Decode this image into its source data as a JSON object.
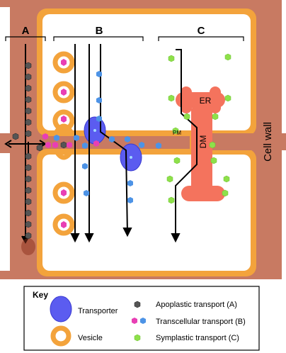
{
  "zones": {
    "a": "A",
    "b": "B",
    "c": "C"
  },
  "labels": {
    "cell_wall": "Cell wall",
    "pm": "PM",
    "er": "ER",
    "dm": "DM"
  },
  "key": {
    "title": "Key",
    "transporter": "Transporter",
    "vesicle": "Vesicle",
    "apoplastic": "Apoplastic transport (A)",
    "transcellular": "Transcellular transport (B)",
    "symplastic": "Symplastic transport (C)"
  },
  "colors": {
    "cell_wall": "#c87a62",
    "membrane": "#f3a33c",
    "transporter": "#5b5cf0",
    "er": "#f4735d",
    "apoplastic_dot": "#555555",
    "transcellular_dot_pink": "#e83fb4",
    "transcellular_dot_blue": "#4d93e6",
    "symplastic_dot": "#8ee04a"
  },
  "icons": {
    "transporter": "blue-ellipse-icon",
    "vesicle": "orange-ring-icon",
    "apoplastic": "gray-hexagon-icon",
    "transcellular": "pink-blue-hexagon-icon",
    "symplastic": "green-hexagon-icon"
  }
}
